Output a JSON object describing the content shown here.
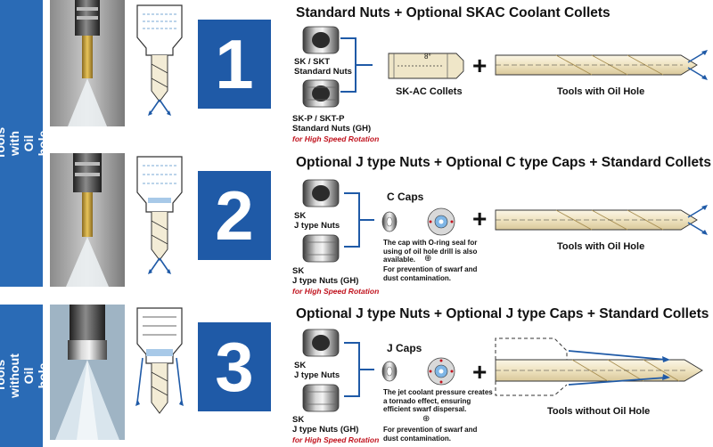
{
  "side_tabs": {
    "with_oil": "Tools with Oil hole",
    "without_oil": "Tools without Oil hole"
  },
  "rows": [
    {
      "number": "1",
      "title": "Standard Nuts  + Optional SKAC Coolant Collets",
      "nut1_label": "SK / SKT\nStandard Nuts",
      "nut2_label": "SK-P / SKT-P\nStandard Nuts (GH)",
      "high_speed": "for High Speed Rotation",
      "collet_label": "SK-AC Collets",
      "angle_label": "8°",
      "tool_label": "Tools with Oil Hole"
    },
    {
      "number": "2",
      "title": "Optional J type Nuts + Optional C type Caps + Standard Collets",
      "nut1_label": "SK\nJ type Nuts",
      "nut2_label": "SK\nJ type Nuts (GH)",
      "high_speed": "for High Speed Rotation",
      "caps_title": "C Caps",
      "note1": "The cap with O-ring seal for using of oil hole drill is also available.",
      "note2": "For prevention of swarf and dust contamination.",
      "tool_label": "Tools with Oil Hole"
    },
    {
      "number": "3",
      "title": "Optional J type Nuts + Optional J type Caps + Standard Collets",
      "nut1_label": "SK\nJ type Nuts",
      "nut2_label": "SK\nJ type Nuts (GH)",
      "high_speed": "for High Speed Rotation",
      "caps_title": "J Caps",
      "note1": "The jet coolant pressure creates a tornado effect, ensuring efficient swarf dispersal.",
      "note2": "For prevention of swarf and dust contamination.",
      "tool_label": "Tools without Oil Hole"
    }
  ],
  "symbols": {
    "plus": "+",
    "circled_plus": "⊕"
  },
  "colors": {
    "tab_blue": "#2a6bb6",
    "number_blue": "#1f5aa7",
    "accent_red": "#c0121d",
    "drill_tan": "#f1e8cc"
  }
}
